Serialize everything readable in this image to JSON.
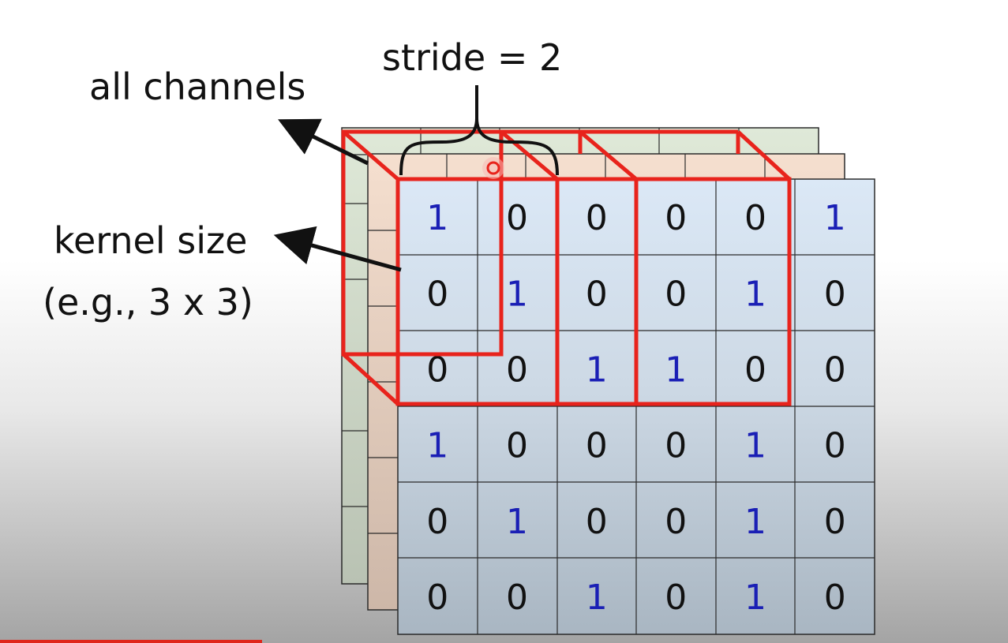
{
  "labels": {
    "stride": "stride = 2",
    "all_channels": "all channels",
    "kernel_size": "kernel size",
    "kernel_example": "(e.g., 3 x 3)"
  },
  "front_grid": [
    [
      "1",
      "0",
      "0",
      "0",
      "0",
      "1"
    ],
    [
      "0",
      "1",
      "0",
      "0",
      "1",
      "0"
    ],
    [
      "0",
      "0",
      "1",
      "1",
      "0",
      "0"
    ],
    [
      "1",
      "0",
      "0",
      "0",
      "1",
      "0"
    ],
    [
      "0",
      "1",
      "0",
      "0",
      "1",
      "0"
    ],
    [
      "0",
      "0",
      "1",
      "0",
      "1",
      "0"
    ]
  ],
  "colors": {
    "zero": "#111111",
    "one": "#1a1fb5",
    "highlight": "#e8231c",
    "back_channel": "#dde8d6",
    "middle_channel": "#f2dccb",
    "grid_line": "#2a2a2a"
  },
  "video_progress": 0.26
}
